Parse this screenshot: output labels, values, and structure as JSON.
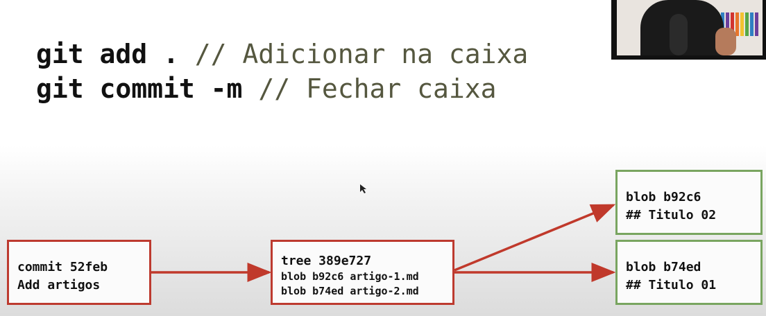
{
  "commands": [
    {
      "code": "git add .",
      "comment": "// Adicionar na caixa"
    },
    {
      "code": "git commit -m",
      "comment": "// Fechar caixa"
    }
  ],
  "commit_box": {
    "lines": [
      "commit 52feb",
      "Add artigos"
    ]
  },
  "tree_box": {
    "lines": [
      "tree 389e727",
      "blob b92c6 artigo-1.md",
      "blob b74ed artigo-2.md"
    ]
  },
  "blob_b92c6": {
    "lines": [
      "blob b92c6",
      "## Titulo 02"
    ]
  },
  "blob_b74ed": {
    "lines": [
      "blob b74ed",
      "## Titulo 01"
    ]
  },
  "colors": {
    "arrow": "#c0392b",
    "red_border": "#bd3a2f",
    "green_border": "#79a560",
    "comment_text": "#55573f"
  },
  "webcam": {
    "icon": "webcam-overlay",
    "stripe_colors": [
      "#d2332f",
      "#e8752b",
      "#f2c230",
      "#58a845",
      "#2f7fc2",
      "#6a3e9c",
      "#d2332f",
      "#e8752b",
      "#f2c230",
      "#58a845",
      "#2f7fc2",
      "#6a3e9c"
    ]
  },
  "cursor": {
    "icon": "mouse-pointer-icon"
  }
}
